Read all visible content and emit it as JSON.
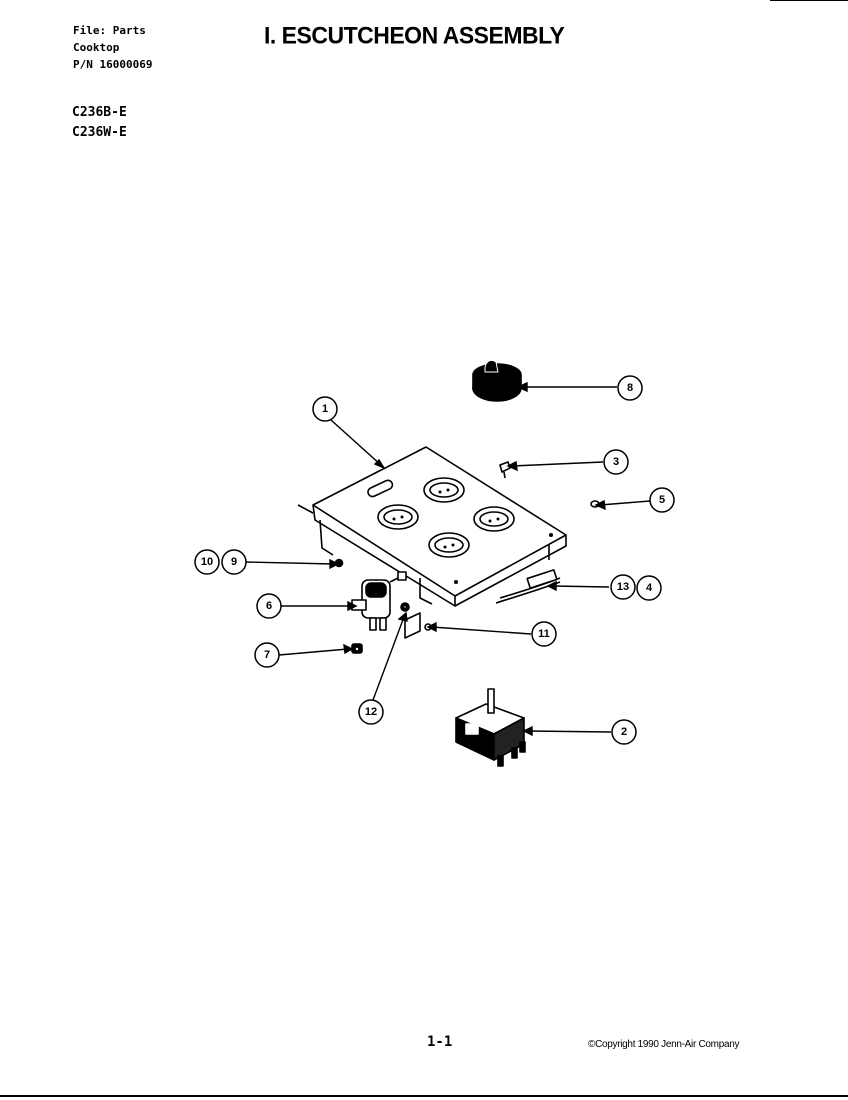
{
  "header": {
    "file_line": "File: Parts",
    "product_line": "Cooktop",
    "part_number_line": "P/N 16000069"
  },
  "models": [
    "C236B-E",
    "C236W-E"
  ],
  "title": "I. ESCUTCHEON ASSEMBLY",
  "callouts": [
    "1",
    "2",
    "3",
    "4",
    "5",
    "6",
    "7",
    "8",
    "9",
    "10",
    "11",
    "12",
    "13"
  ],
  "footer": {
    "page_number": "1-1",
    "copyright": "©Copyright 1990 Jenn-Air Company"
  }
}
